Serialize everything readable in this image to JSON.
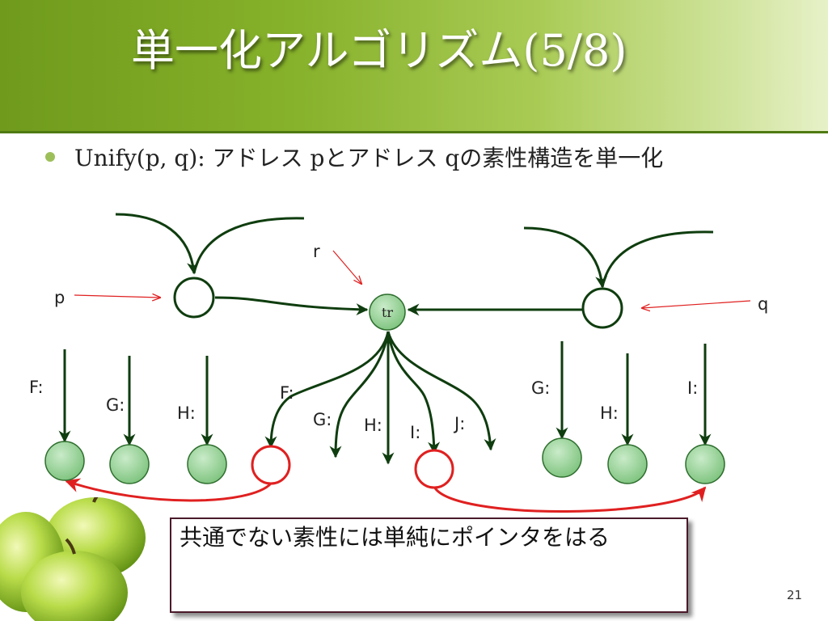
{
  "slide": {
    "title": "単一化アルゴリズム(5/8)",
    "bullet": "Unify(p, q): アドレス pとアドレス qの素性構造を単一化",
    "note": "共通でない素性には単純にポインタをはる",
    "page_number": "21"
  },
  "diagram": {
    "pointer_p": "p",
    "pointer_q": "q",
    "pointer_r": "r",
    "center_node": "tr",
    "p_features": [
      "F:",
      "G:",
      "H:"
    ],
    "tr_features": [
      "F:",
      "G:",
      "H:",
      "I:",
      "J:"
    ],
    "q_features": [
      "G:",
      "H:",
      "I:"
    ]
  },
  "colors": {
    "header_green": "#86b12a",
    "arrow": "#0f3d0f",
    "node_fill": "#8fcf8f",
    "highlight": "#e02020"
  }
}
